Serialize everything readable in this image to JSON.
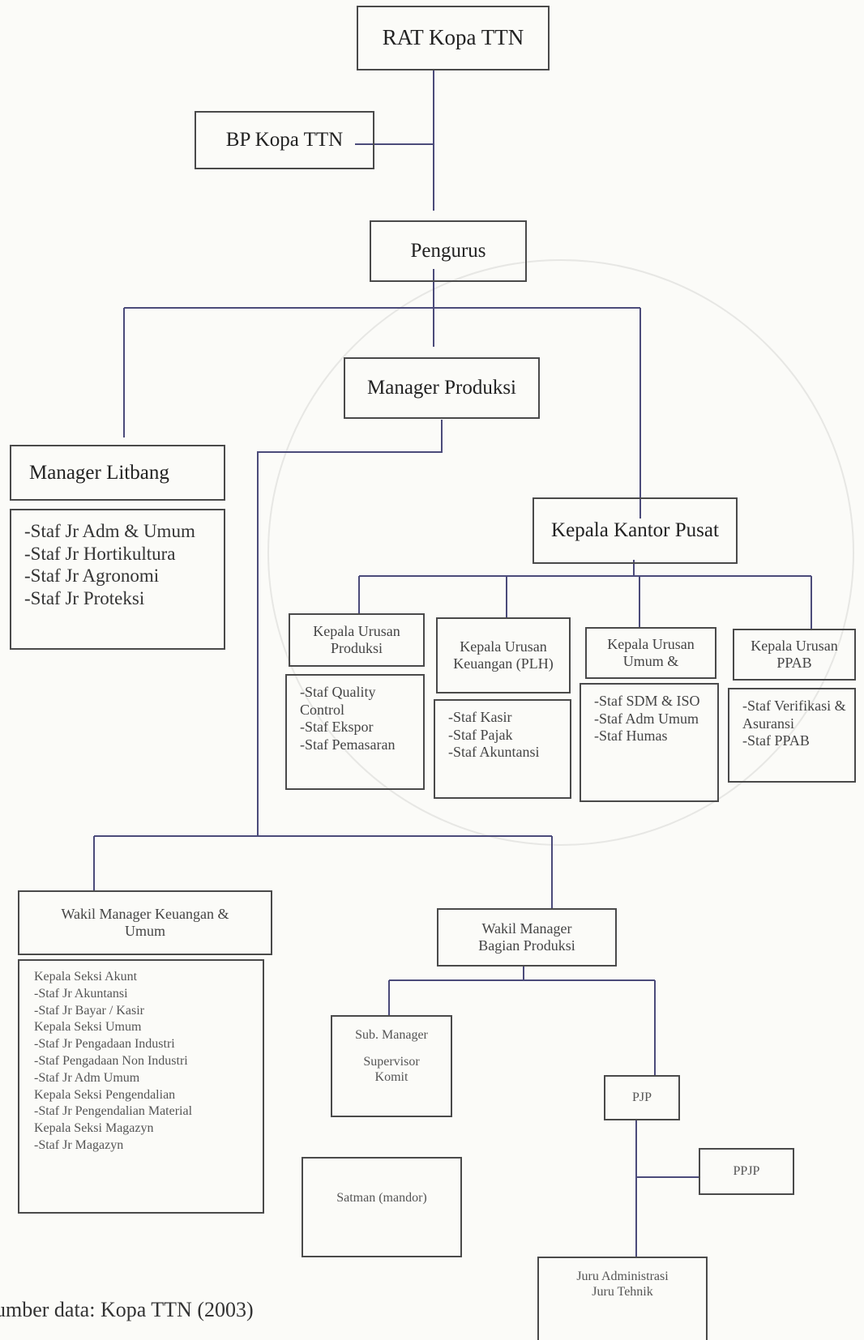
{
  "nodes": {
    "rat": "RAT Kopa TTN",
    "bp": "BP Kopa TTN",
    "pengurus": "Pengurus",
    "manager_produksi": "Manager Produksi",
    "manager_litbang": "Manager Litbang",
    "kepala_kantor_pusat": "Kepala Kantor Pusat",
    "kepala_urusan_produksi": "Kepala Urusan Produksi",
    "kepala_urusan_keuangan": "Kepala Urusan Keuangan (PLH)",
    "kepala_urusan_umum": "Kepala Urusan Umum &",
    "kepala_urusan_ppab": "Kepala Urusan PPAB",
    "wakil_manager_keuangan": "Wakil Manager Keuangan & Umum",
    "wakil_manager_produksi": "Wakil Manager Bagian Produksi",
    "sub_manager": "Sub. Manager",
    "supervisor": "Supervisor Komit",
    "pjp": "PJP",
    "ppjp": "PPJP",
    "satman": "Satman (mandor)",
    "juru_admin": "Juru Administrasi",
    "juru_tehnik": "Juru Tehnik"
  },
  "lists": {
    "litbang_staff": [
      "-Staf Jr Adm & Umum",
      "-Staf Jr Hortikultura",
      "-Staf Jr Agronomi",
      "-Staf Jr Proteksi"
    ],
    "produksi_staff": [
      "-Staf Quality Control",
      "-Staf Ekspor",
      "-Staf Pemasaran"
    ],
    "keuangan_staff": [
      "-Staf Kasir",
      "-Staf Pajak",
      "-Staf Akuntansi"
    ],
    "umum_staff": [
      "-Staf SDM & ISO",
      "-Staf Adm Umum",
      "-Staf Humas"
    ],
    "ppab_staff": [
      "-Staf Verifikasi & Asuransi",
      "-Staf PPAB"
    ],
    "wakil_keuangan_staff": [
      "Kepala Seksi Akunt",
      "-Staf Jr Akuntansi",
      "-Staf Jr Bayar / Kasir",
      "Kepala Seksi Umum",
      "-Staf Jr Pengadaan Industri",
      "-Staf Pengadaan Non Industri",
      "-Staf Jr Adm Umum",
      "Kepala Seksi Pengendalian",
      "-Staf Jr Pengendalian Material",
      "Kepala Seksi Magazyn",
      "-Staf Jr Magazyn"
    ]
  },
  "source_note": "umber data: Kopa TTN (2003)",
  "colors": {
    "line": "#4b4b7a",
    "border": "#4a4a4a",
    "background": "#fbfbf8"
  }
}
